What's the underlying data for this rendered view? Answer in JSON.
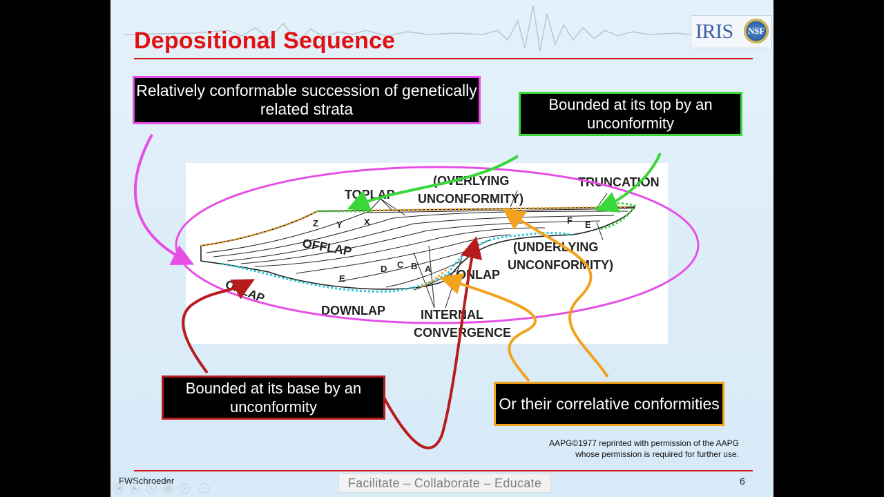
{
  "slide": {
    "title": "Depositional Sequence",
    "logo_text": "IRIS",
    "seal_text": "NSF",
    "boxes": {
      "succession": "Relatively conformable succession of genetically related strata",
      "top": "Bounded at its top by an unconformity",
      "base": "Bounded at its base by an unconformity",
      "correlative": "Or their correlative conformities"
    },
    "diagram_labels": {
      "overlying": "(OVERLYING",
      "unconformity_top": "UNCONFORMITY)",
      "truncation": "TRUNCATION",
      "toplap": "TOPLAP",
      "offlap": "OFFLAP",
      "underlying": "(UNDERLYING",
      "unconformity_bottom": "UNCONFORMITY)",
      "onlap_right": "ONLAP",
      "onlap_left": "ONLAP",
      "downlap": "DOWNLAP",
      "internal": "INTERNAL",
      "convergence": "CONVERGENCE",
      "z": "Z",
      "y": "Y",
      "x": "X",
      "f": "F",
      "e_right": "E",
      "e_left": "E",
      "d": "D",
      "c": "C",
      "b": "B",
      "a": "A"
    },
    "credit_line1": "AAPG©1977 reprinted with permission of the AAPG",
    "credit_line2": "whose permission is required for further use.",
    "author": "FWSchroeder",
    "tagline": "Facilitate – Collaborate – Educate",
    "page_number": "6"
  },
  "colors": {
    "title": "#e01010",
    "magenta": "#e64fe6",
    "green": "#3ad63a",
    "dark_red": "#b71c1c",
    "orange": "#f2a21c",
    "cyan_dots": "#2bc6d8"
  },
  "icons": [
    "nsf-seal-icon",
    "slideshow-control-icons"
  ]
}
